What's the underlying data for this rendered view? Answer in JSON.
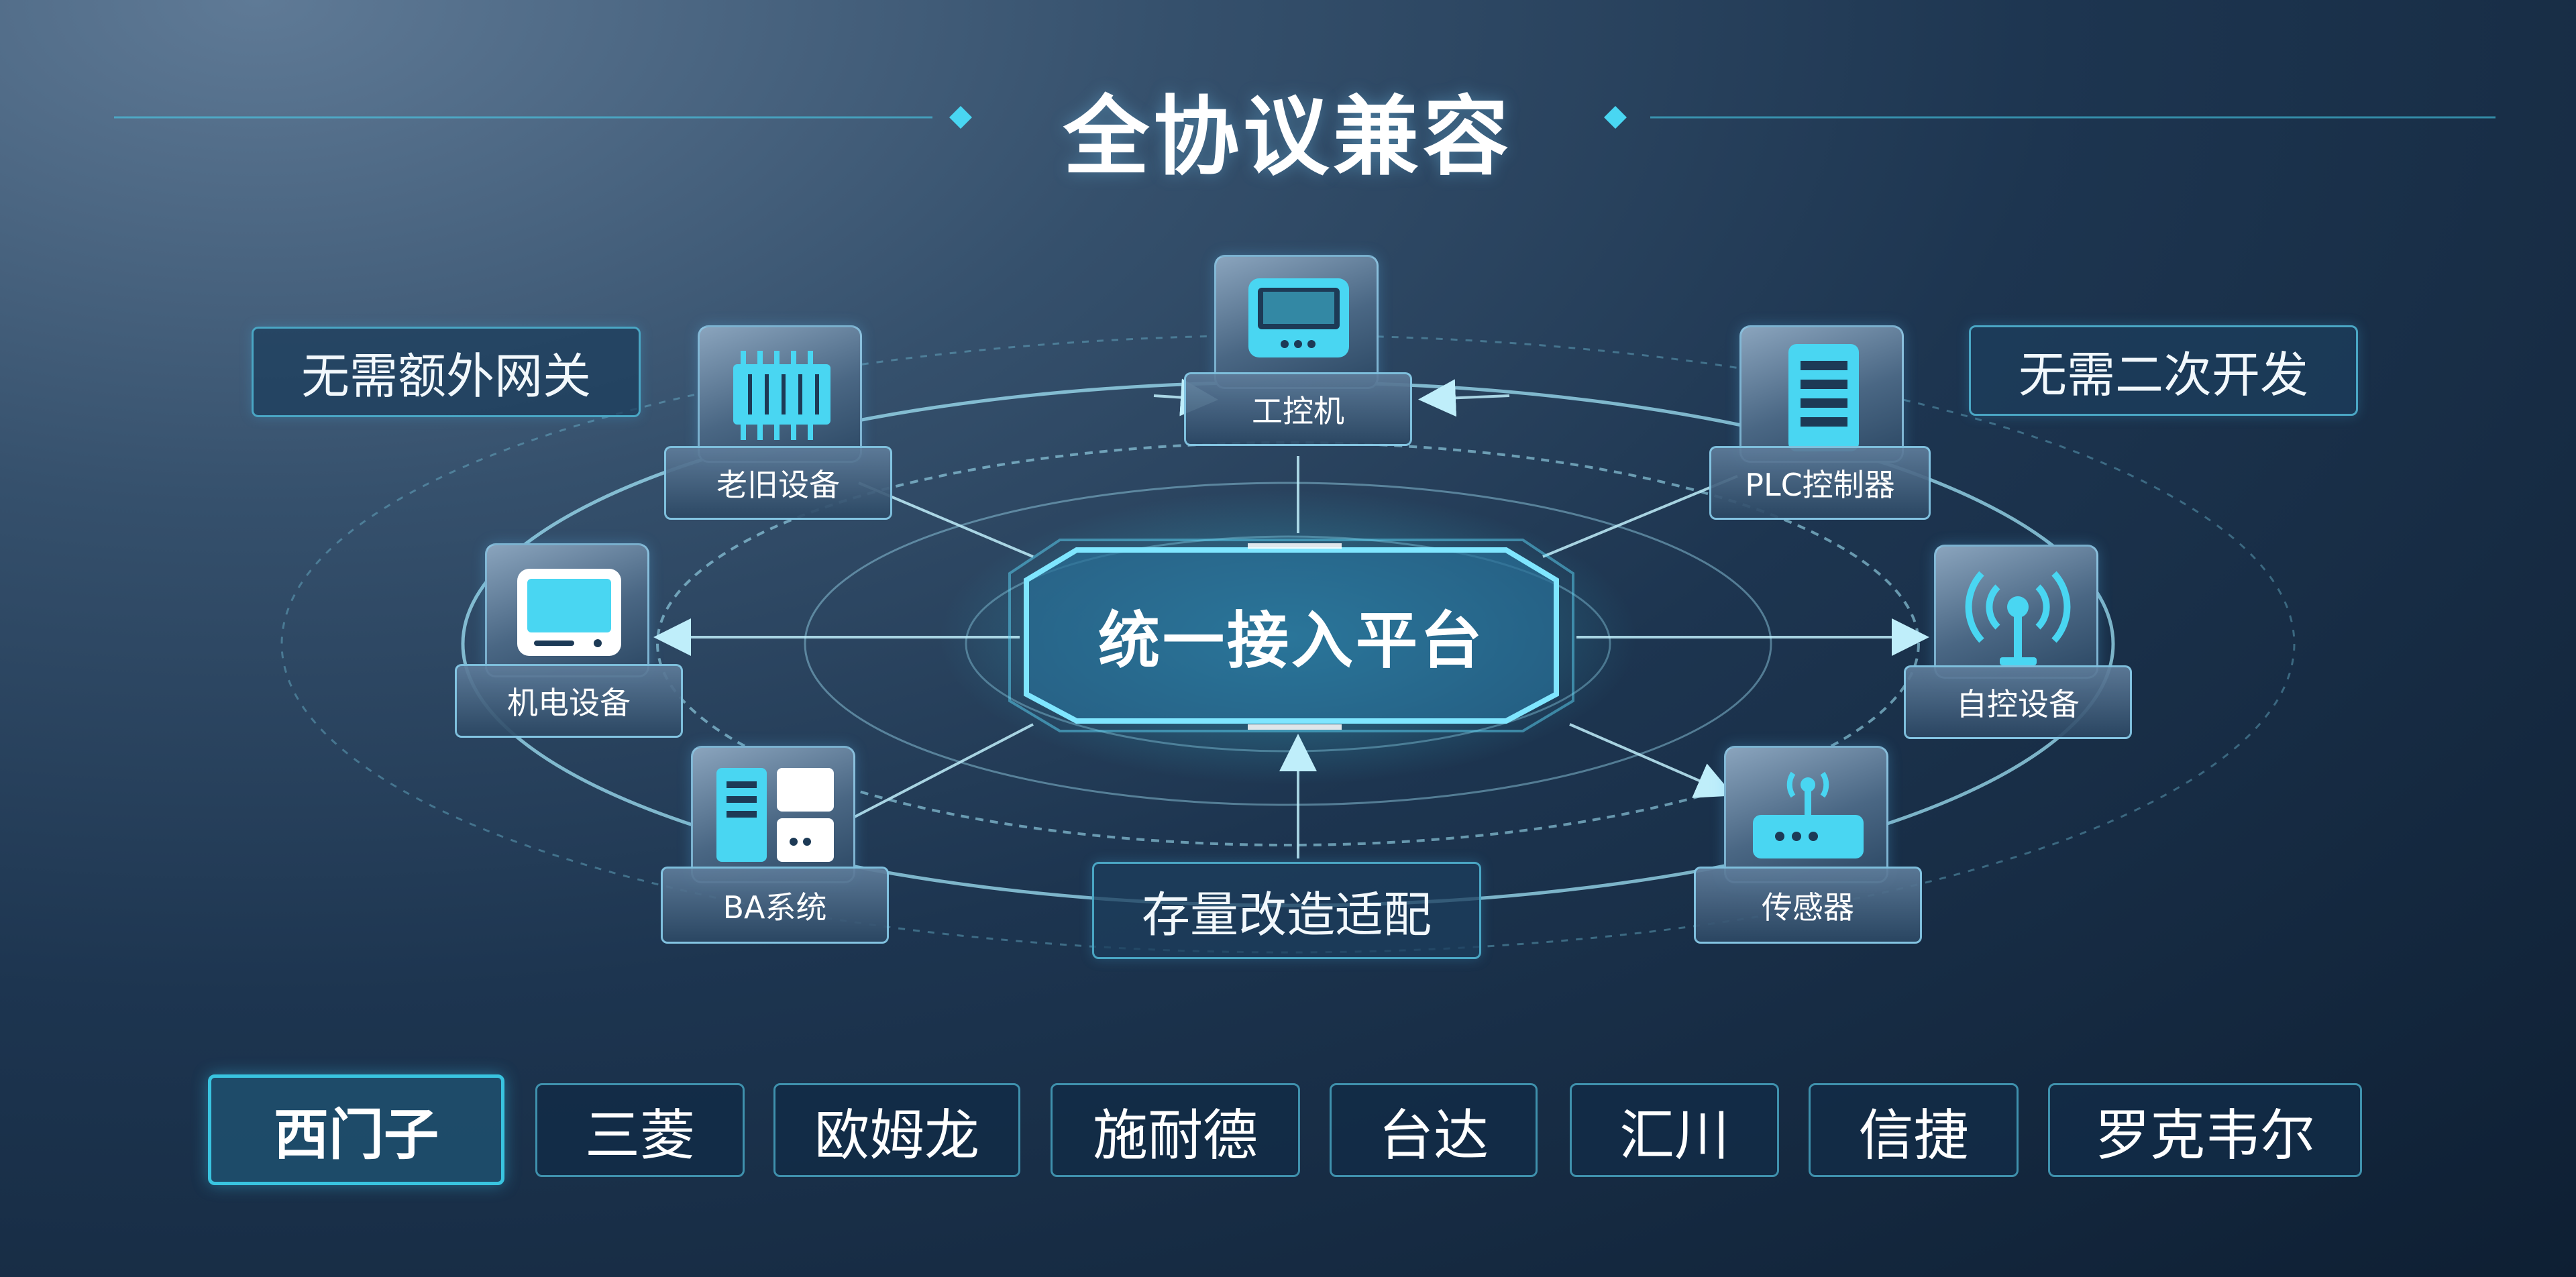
{
  "title": "全协议兼容",
  "hub": {
    "label": "统一接入平台"
  },
  "features": {
    "left_top": "无需额外网关",
    "right_top": "无需二次开发",
    "bottom": "存量改造适配"
  },
  "devices": [
    {
      "label": "工控机",
      "icon": "industrial-pc-icon"
    },
    {
      "label": "老旧设备",
      "icon": "chip-module-icon"
    },
    {
      "label": "PLC控制器",
      "icon": "plc-controller-icon"
    },
    {
      "label": "机电设备",
      "icon": "monitor-icon"
    },
    {
      "label": "自控设备",
      "icon": "wireless-antenna-icon"
    },
    {
      "label": "BA系统",
      "icon": "server-rack-icon"
    },
    {
      "label": "传感器",
      "icon": "sensor-router-icon"
    }
  ],
  "brands": [
    {
      "label": "西门子",
      "active": true
    },
    {
      "label": "三菱",
      "active": false
    },
    {
      "label": "欧姆龙",
      "active": false
    },
    {
      "label": "施耐德",
      "active": false
    },
    {
      "label": "台达",
      "active": false
    },
    {
      "label": "汇川",
      "active": false
    },
    {
      "label": "信捷",
      "active": false
    },
    {
      "label": "罗克韦尔",
      "active": false
    }
  ],
  "colors": {
    "accent": "#39c4e0",
    "line": "#9fe2f5",
    "icon": "#49d6f2"
  }
}
